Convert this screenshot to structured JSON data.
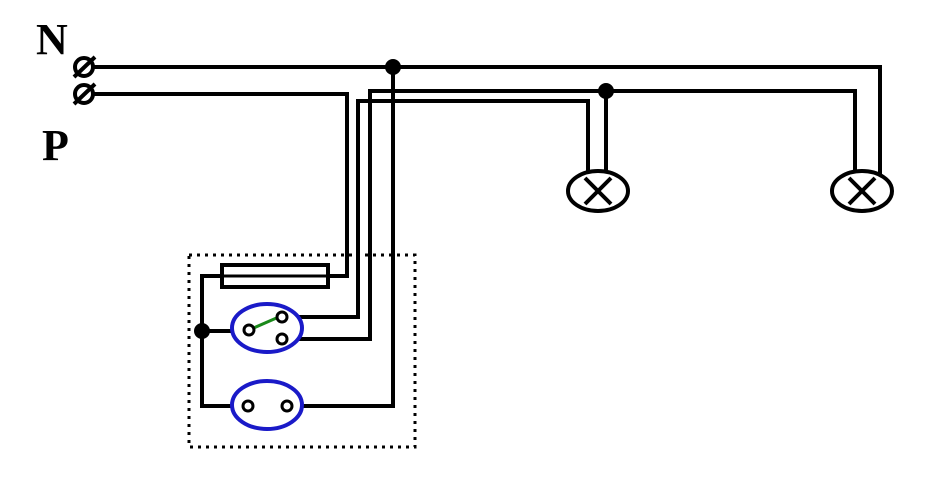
{
  "labels": {
    "neutral": "N",
    "phase": "P"
  },
  "colors": {
    "wire": "#000000",
    "socket_ring": "#1a1ac8",
    "switch_blade": "#1a8a1a"
  },
  "components": [
    "fuse",
    "switch",
    "socket",
    "lamp-1",
    "lamp-2"
  ]
}
